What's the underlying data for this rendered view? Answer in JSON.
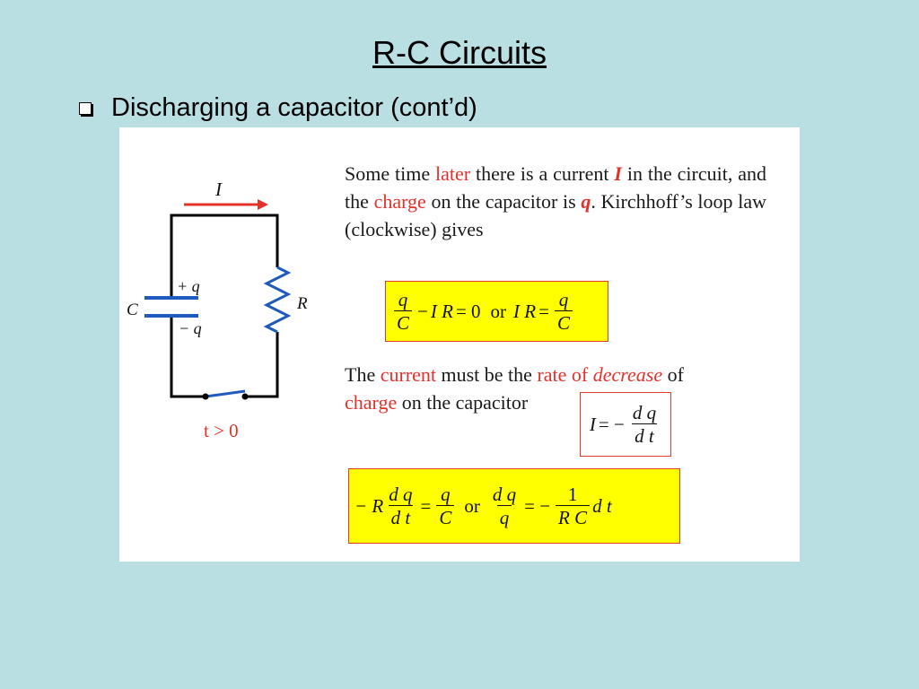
{
  "slide": {
    "title": "R-C Circuits",
    "bullet": "Discharging a capacitor (cont’d)"
  },
  "circuit": {
    "current_label": "I",
    "capacitor_label": "C",
    "plus_charge": "+ q",
    "minus_charge": "− q",
    "resistor_label": "R",
    "time_label": "t > 0"
  },
  "para1": {
    "p1": "Some time ",
    "later": "later",
    "p2": " there is a current ",
    "I": "I",
    "p3": " in the circuit, and the ",
    "charge": "charge",
    "p4": " on the capacitor is ",
    "q": "q",
    "p5": ". Kirchhoff’s loop law (clockwise) gives"
  },
  "eq1": {
    "q": "q",
    "C": "C",
    "minus": "−",
    "IR": "I R",
    "eq0": "= 0",
    "or": "or",
    "IR2": "I R",
    "eq": "="
  },
  "para2": {
    "p1": "The ",
    "current": "current",
    "p2": " must be the ",
    "rate_of": "rate of ",
    "decrease": "decrease",
    "p3": " of",
    "charge": "charge",
    "p4": " on the capacitor"
  },
  "eq2": {
    "I": "I",
    "eq": "= −",
    "dq": "d q",
    "dt": "d t"
  },
  "eq3": {
    "negR": "− R",
    "dq": "d q",
    "dt": "d t",
    "eq": "=",
    "q": "q",
    "C": "C",
    "or": "or",
    "eqneg": "= −",
    "one": "1",
    "RC": "R C",
    "dt_tail": "d t"
  },
  "colors": {
    "background": "#b9dfe2",
    "accent_red": "#e4312b",
    "highlight_yellow": "#ffff00",
    "wire_blue": "#1f5bbf"
  }
}
